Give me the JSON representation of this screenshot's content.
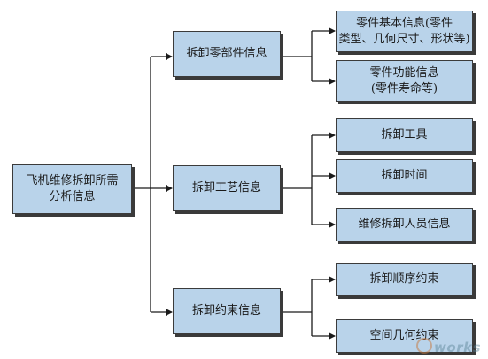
{
  "diagram": {
    "root": "飞机维修拆卸所需\n分析信息",
    "branches": [
      {
        "label": "拆卸零部件信息",
        "leaves": [
          "零件基本信息(零件\n类型、几何尺寸、形状等)",
          "零件功能信息\n(零件寿命等)"
        ]
      },
      {
        "label": "拆卸工艺信息",
        "leaves": [
          "拆卸工具",
          "拆卸时间",
          "维修拆卸人员信息"
        ]
      },
      {
        "label": "拆卸约束信息",
        "leaves": [
          "拆卸顺序约束",
          "空间几何约束"
        ]
      }
    ]
  },
  "colors": {
    "box_fill": "#b9d3ea",
    "box_border": "#3b3b3b",
    "line": "#1a1a1a"
  },
  "watermark": {
    "text": "works"
  }
}
